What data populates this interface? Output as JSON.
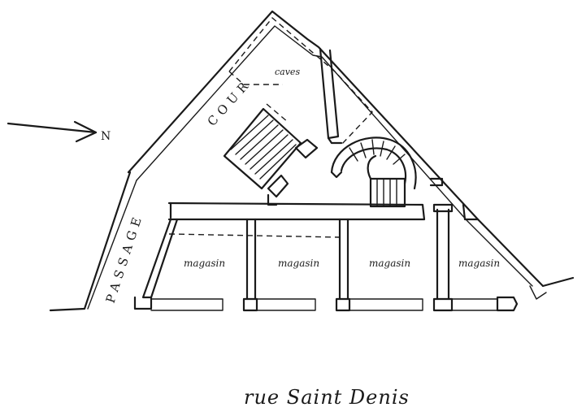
{
  "plan": {
    "north_label": "N",
    "court_label": "COUR",
    "passage_label": "PASSAGE",
    "cellar_label": "caves",
    "shops": [
      {
        "label": "magasin"
      },
      {
        "label": "magasin"
      },
      {
        "label": "magasin"
      },
      {
        "label": "magasin"
      }
    ],
    "street_label": "rue Saint Denis"
  }
}
